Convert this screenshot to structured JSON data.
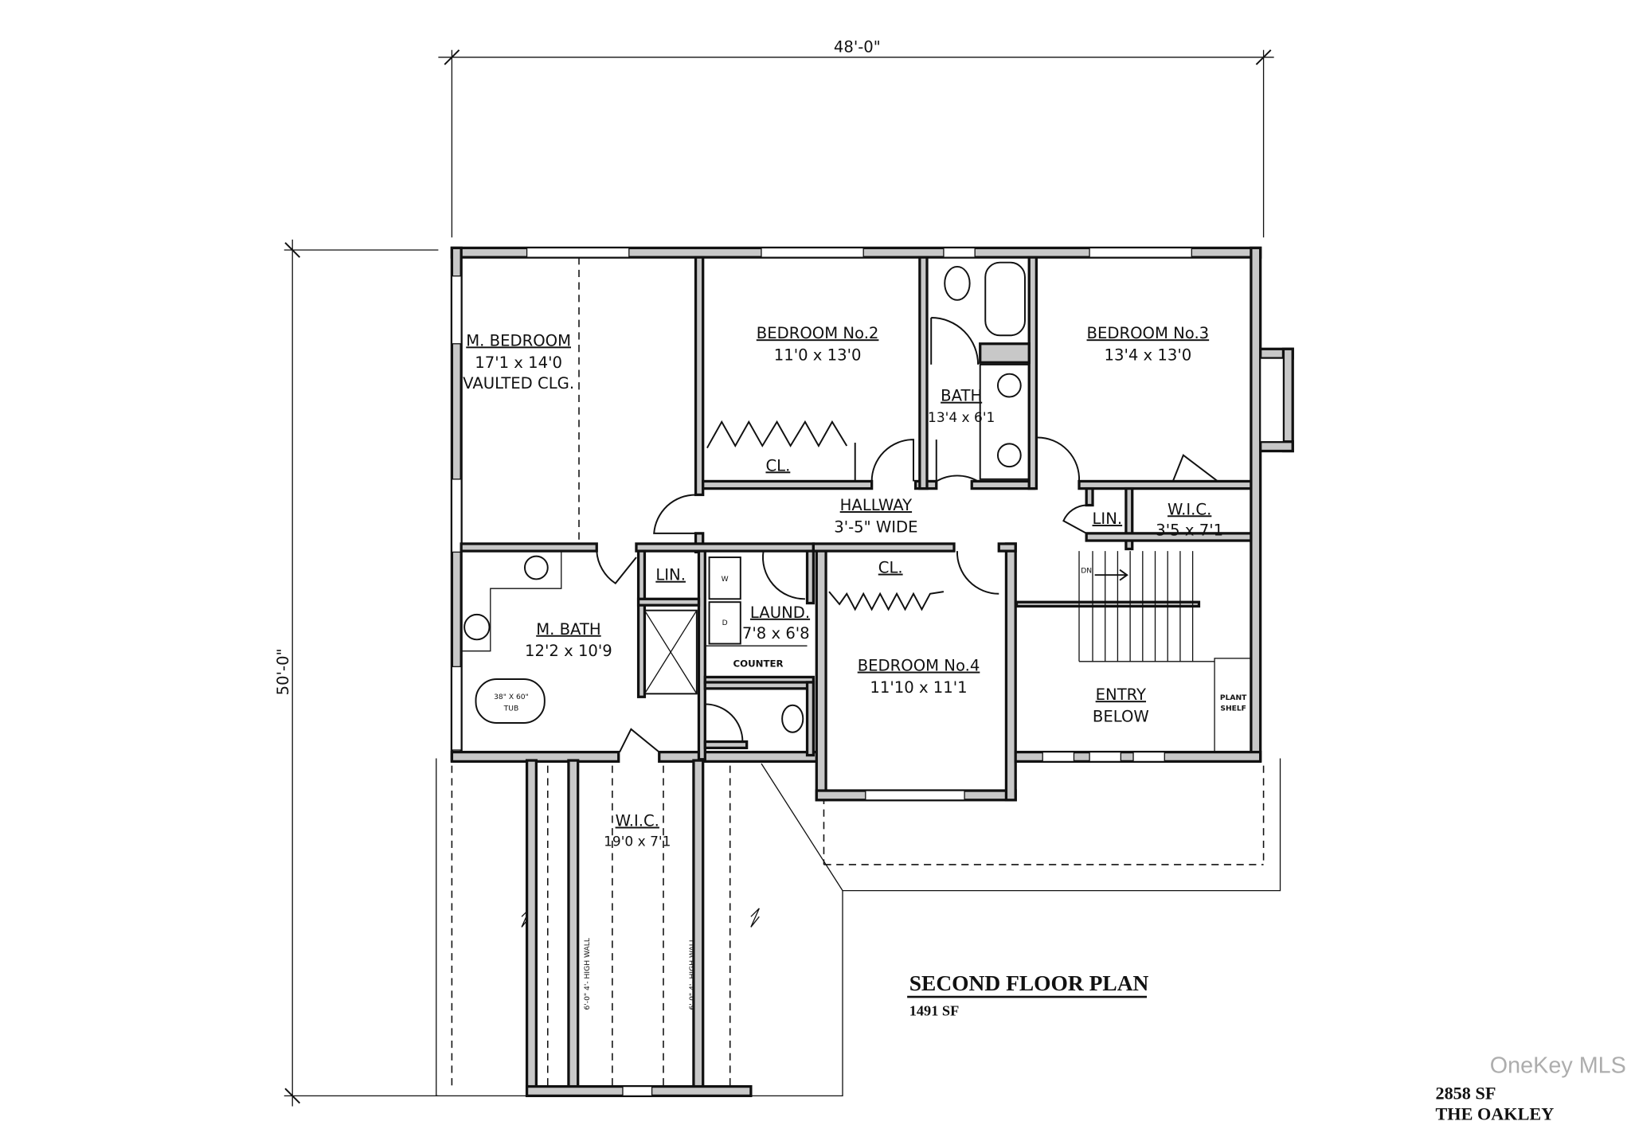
{
  "plan": {
    "title": "SECOND FLOOR PLAN",
    "area": "1491 SF",
    "total_area": "2858 SF",
    "model_name": "THE OAKLEY",
    "watermark": "OneKey MLS"
  },
  "dimensions": {
    "width": "48'-0\"",
    "depth": "50'-0\""
  },
  "rooms": {
    "master_bedroom": {
      "name": "M. BEDROOM",
      "size": "17'1 x 14'0",
      "note": "VAULTED CLG."
    },
    "bedroom2": {
      "name": "BEDROOM No.2",
      "size": "11'0 x 13'0",
      "closet": "CL."
    },
    "bath": {
      "name": "BATH",
      "size": "13'4 x 6'1"
    },
    "bedroom3": {
      "name": "BEDROOM No.3",
      "size": "13'4 x 13'0"
    },
    "hallway": {
      "name": "HALLWAY",
      "size": "3'-5\" WIDE"
    },
    "linen1": {
      "name": "LIN."
    },
    "wic1": {
      "name": "W.I.C.",
      "size": "3'5 x 7'1"
    },
    "master_bath": {
      "name": "M. BATH",
      "size": "12'2 x 10'9",
      "tub": "38\" X 60\"",
      "tub2": "TUB"
    },
    "linen2": {
      "name": "LIN."
    },
    "laundry": {
      "name": "LAUND.",
      "size": "7'8 x 6'8",
      "counter": "COUNTER",
      "washer": "W",
      "dryer": "D"
    },
    "bedroom4": {
      "name": "BEDROOM No.4",
      "size": "11'10 x 11'1",
      "closet": "CL."
    },
    "stairs": {
      "label": "DN"
    },
    "entry": {
      "name": "ENTRY",
      "name2": "BELOW",
      "shelf": "PLANT",
      "shelf2": "SHELF"
    },
    "wic2": {
      "name": "W.I.C.",
      "size": "19'0 x 7'1"
    },
    "attic": {
      "wall_note": "6'-0\" 4'- HIGH WALL"
    }
  }
}
